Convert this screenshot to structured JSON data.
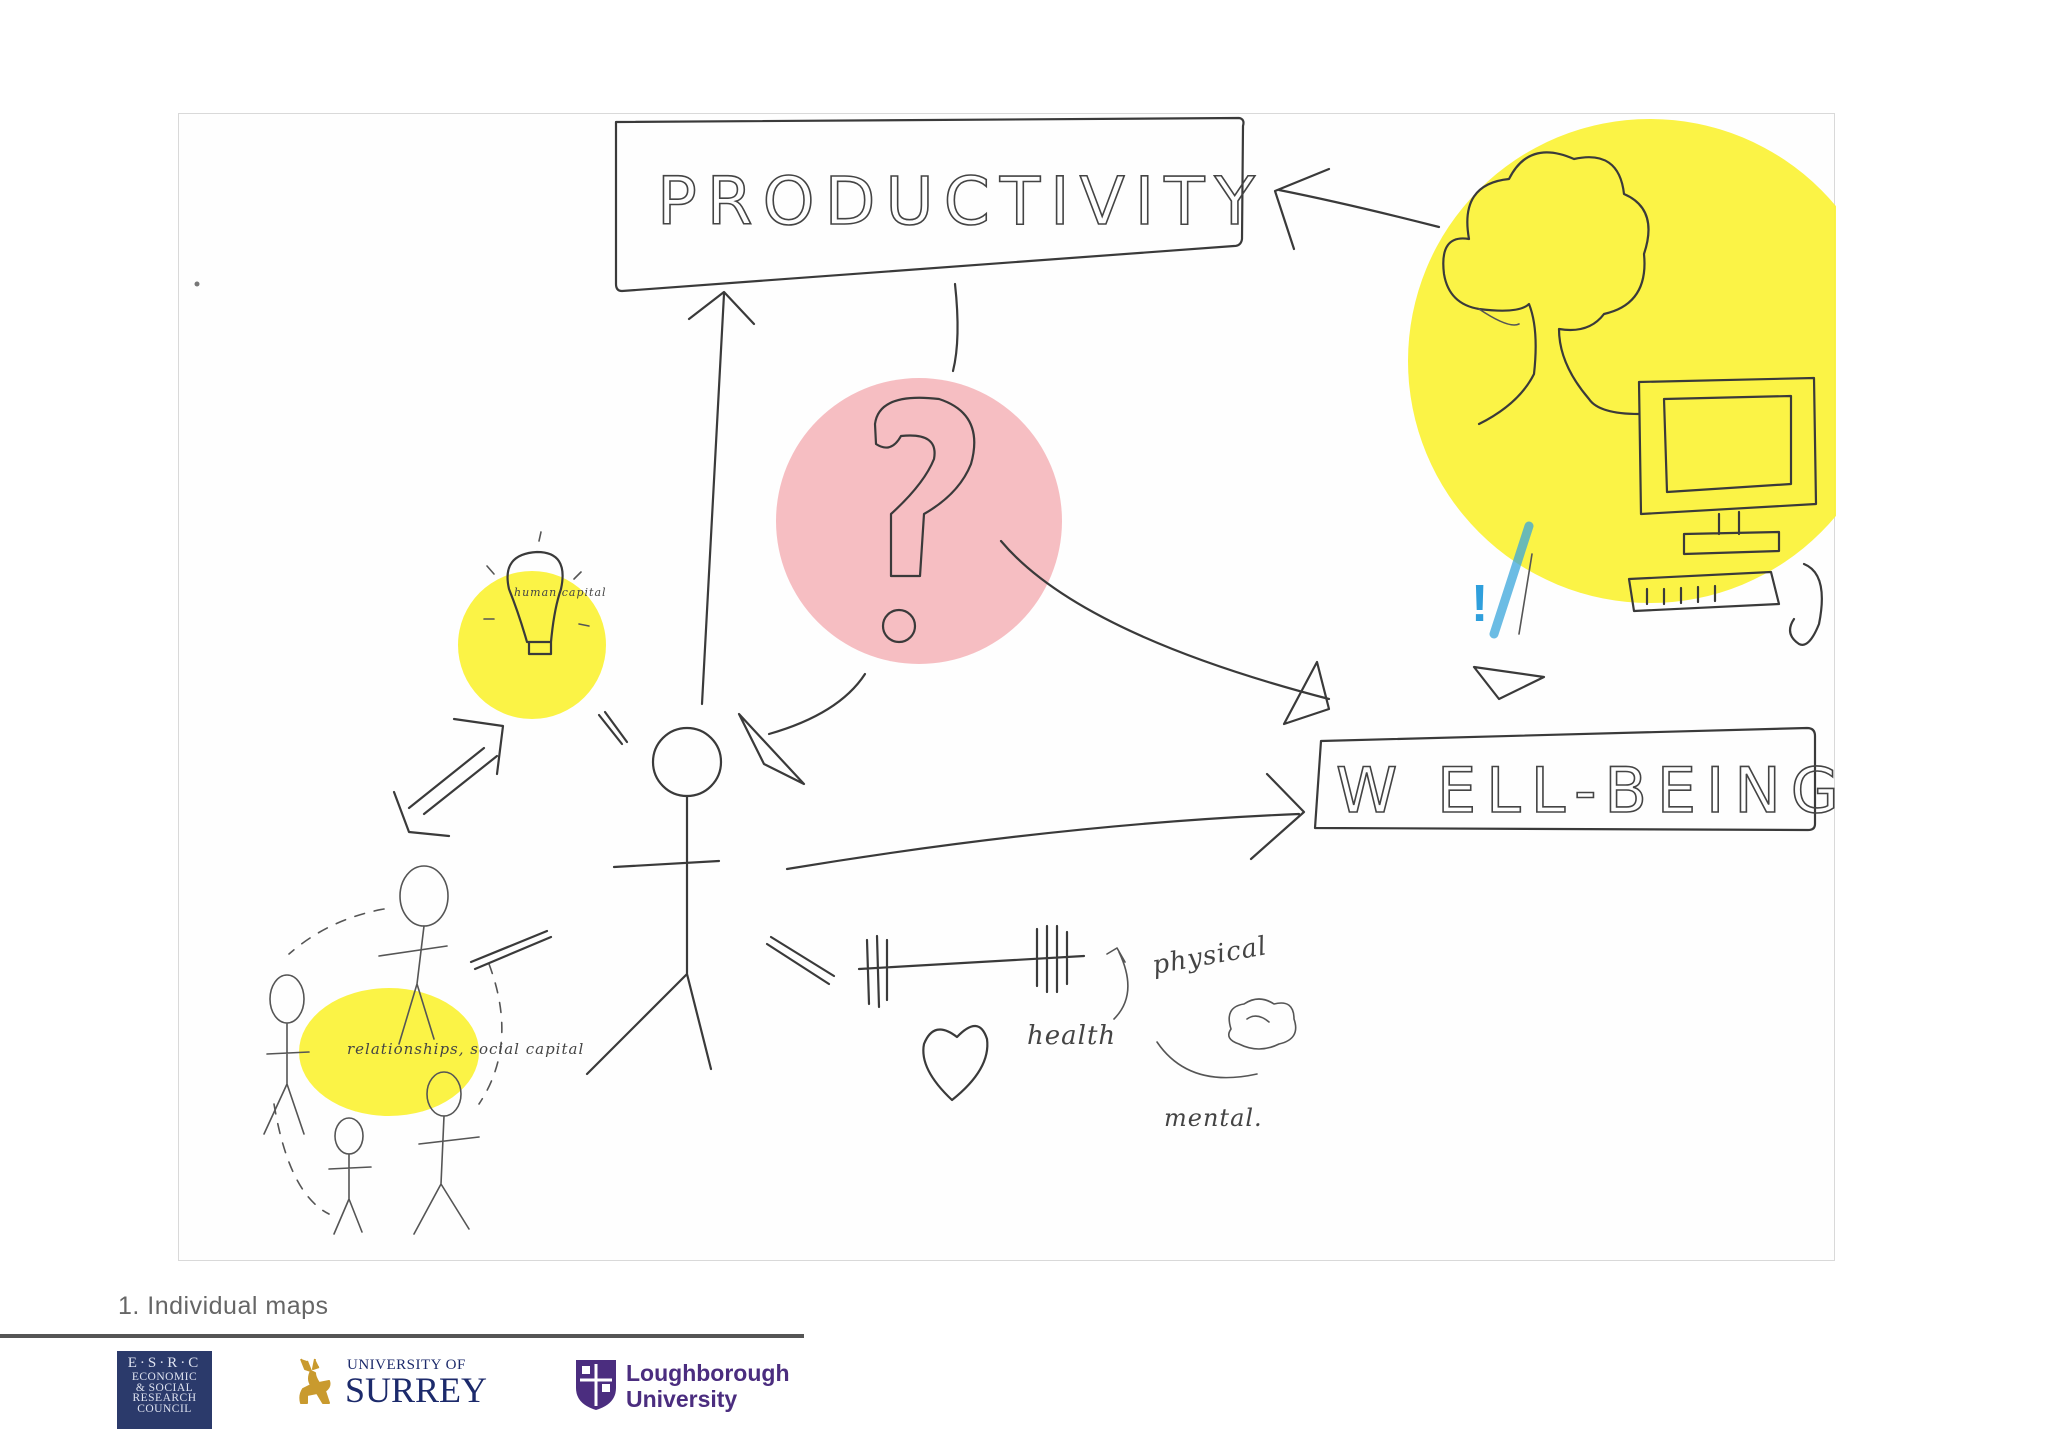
{
  "diagram": {
    "boxes": [
      {
        "id": "productivity",
        "text": "PRODUCTIVITY"
      },
      {
        "id": "wellbeing",
        "text": "W ELL-BEING"
      }
    ],
    "labels": {
      "human_capital": "human capital",
      "relationships": "relationships, social capital",
      "health": "health",
      "physical": "physical",
      "mental": "mental.",
      "question": "?",
      "exclaim": "!"
    },
    "highlight_colors": {
      "yellow": "#fbf236",
      "pink": "#f5b8bd",
      "blue": "#3aa6dc"
    }
  },
  "caption": "1. Individual maps",
  "logos": {
    "esrc": {
      "line1": "E·S·R·C",
      "lines": [
        "ECONOMIC",
        "& SOCIAL",
        "RESEARCH",
        "COUNCIL"
      ]
    },
    "surrey": {
      "small": "UNIVERSITY OF",
      "big": "SURREY"
    },
    "loughborough": {
      "line1": "Loughborough",
      "line2": "University"
    }
  }
}
